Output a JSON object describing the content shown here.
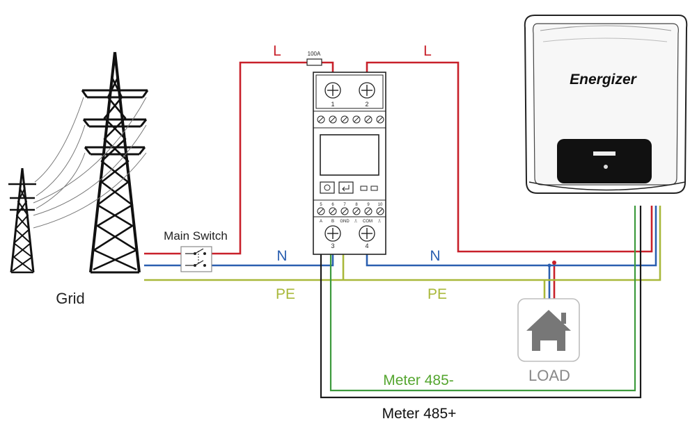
{
  "labels": {
    "grid": "Grid",
    "main_switch": "Main Switch",
    "line_left": "L",
    "line_right": "L",
    "neutral_left": "N",
    "neutral_right": "N",
    "pe_left": "PE",
    "pe_right": "PE",
    "fuse": "100A",
    "meter_485_minus": "Meter 485-",
    "meter_485_plus": "Meter 485+",
    "load": "LOAD"
  },
  "inverter": {
    "brand": "Energizer"
  },
  "meter": {
    "top_terminals": [
      "1",
      "2"
    ],
    "bottom_terminals": [
      "3",
      "4"
    ],
    "signal_terminals": [
      "5",
      "6",
      "7",
      "8",
      "9",
      "10"
    ],
    "signal_labels": [
      "A",
      "B",
      "GND",
      "⎍",
      "COM",
      "⎍"
    ]
  },
  "colors": {
    "line": "#c8202a",
    "neutral": "#2a5fb0",
    "pe": "#a9b83a",
    "rs485_minus": "#3c9a3c",
    "rs485_plus": "#1a1a1a",
    "label_line": "#c8202a",
    "label_neutral": "#2a5fb0",
    "label_pe": "#a9b83a",
    "label_485_minus": "#55a630"
  }
}
